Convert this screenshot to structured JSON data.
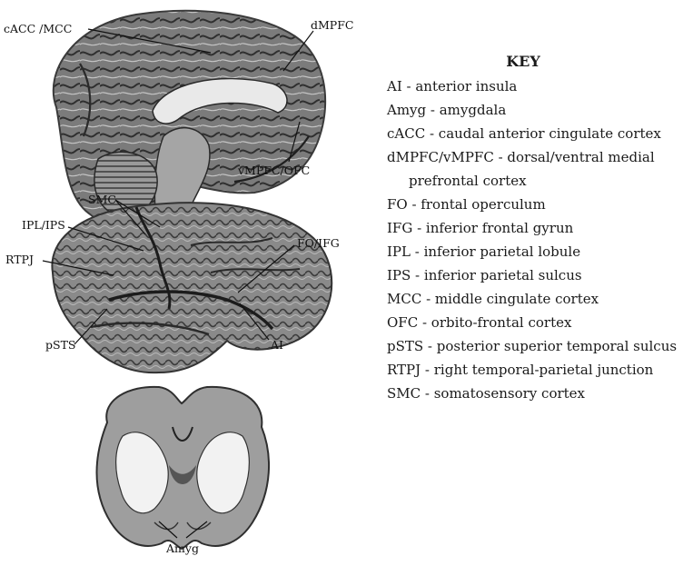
{
  "labels": {
    "cacc_mcc": "cACC /MCC",
    "dmpfc": "dMPFC",
    "vmpfc_ofc": "vMPFC/OFC",
    "smc": "SMC",
    "ipl_ips": "IPL/IPS",
    "rtpj": "RTPJ",
    "fo_ifg": "FO/IFG",
    "psts": "pSTS",
    "ai": "AI",
    "amyg": "Amyg"
  },
  "key": {
    "title": "KEY",
    "items": [
      "AI - anterior insula",
      "Amyg - amygdala",
      "cACC - caudal anterior cingulate cortex",
      "dMPFC/vMPFC - dorsal/ventral medial prefrontal cortex",
      "FO - frontal operculum",
      "IFG - inferior frontal gyrun",
      "IPL - inferior parietal lobule",
      "IPS - inferior parietal sulcus",
      "MCC - middle cingulate cortex",
      "OFC - orbito-frontal cortex",
      "pSTS - posterior superior temporal sulcus",
      "RTPJ - right temporal-parietal junction",
      "SMC - somatosensory cortex"
    ]
  }
}
